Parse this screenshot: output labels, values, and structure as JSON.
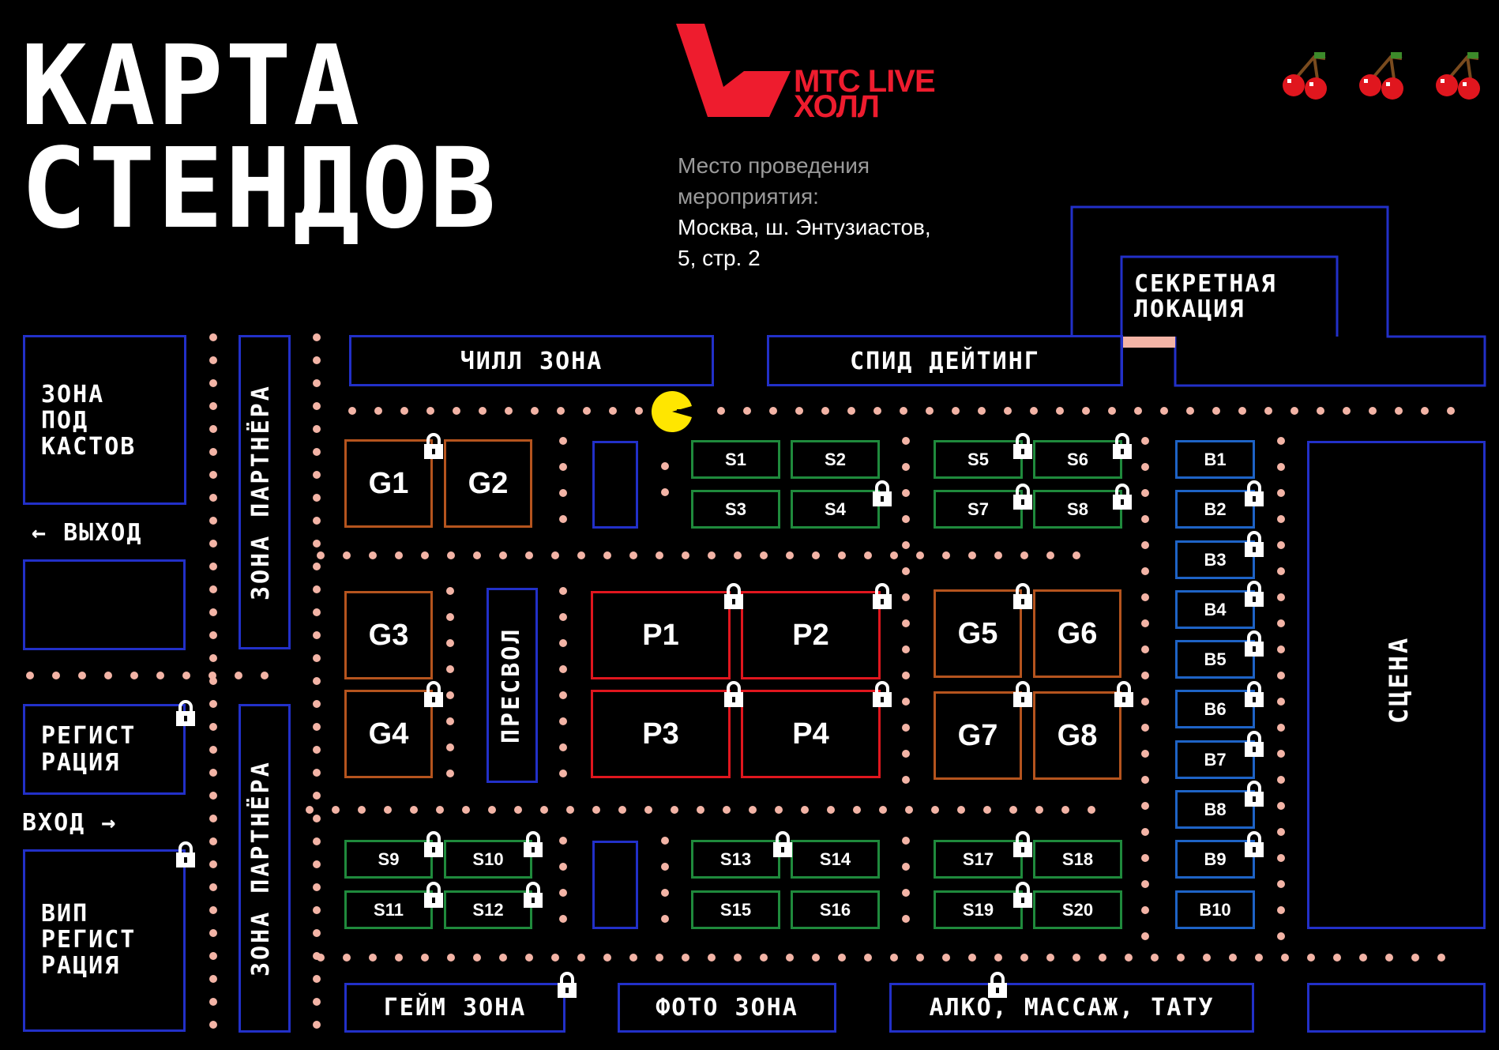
{
  "title": {
    "line1": "КАРТА",
    "line2": "СТЕНДОВ"
  },
  "brand": {
    "line1": "МТС LIVE",
    "line2": "ХОЛЛ"
  },
  "venue": {
    "label_line1": "Место проведения",
    "label_line2": "мероприятия:",
    "address_line1": "Москва, ш. Энтузиастов,",
    "address_line2": "5, стр. 2"
  },
  "colors": {
    "zone_border": "#2230c8",
    "g_border": "#b5541e",
    "p_border": "#e0161e",
    "s_border": "#1f8a3c",
    "b_border": "#1e63c6",
    "dots": "#f3b4a6",
    "pacman": "#ffe600",
    "brand": "#ee1c2e"
  },
  "icons": [
    "cherry-icon",
    "cherry-icon",
    "cherry-icon",
    "pacman-icon",
    "lock-icon"
  ],
  "zones": {
    "podcast": [
      "ЗОНА",
      "ПОД",
      "КАСТОВ"
    ],
    "exit": "← ВЫХОД",
    "registration": [
      "РЕГИСТ",
      "РАЦИЯ"
    ],
    "entrance": "ВХОД →",
    "vip_registration": [
      "ВИП",
      "РЕГИСТ",
      "РАЦИЯ"
    ],
    "partner_zone": "ЗОНА ПАРТНЁРА",
    "chill": "ЧИЛЛ ЗОНА",
    "speed_dating": "СПИД ДЕЙТИНГ",
    "secret": [
      "СЕКРЕТНАЯ",
      "ЛОКАЦИЯ"
    ],
    "press": "ПРЕСВОЛ",
    "stage": "СЦЕНА",
    "game": "ГЕЙМ ЗОНА",
    "photo": "ФОТО ЗОНА",
    "alco": "АЛКО, МАССАЖ, ТАТУ"
  },
  "stands": {
    "g": [
      "G1",
      "G2",
      "G3",
      "G4",
      "G5",
      "G6",
      "G7",
      "G8"
    ],
    "p": [
      "P1",
      "P2",
      "P3",
      "P4"
    ],
    "s": [
      "S1",
      "S2",
      "S3",
      "S4",
      "S5",
      "S6",
      "S7",
      "S8",
      "S9",
      "S10",
      "S11",
      "S12",
      "S13",
      "S14",
      "S15",
      "S16",
      "S17",
      "S18",
      "S19",
      "S20"
    ],
    "b": [
      "B1",
      "B2",
      "B3",
      "B4",
      "B5",
      "B6",
      "B7",
      "B8",
      "B9",
      "B10"
    ]
  }
}
